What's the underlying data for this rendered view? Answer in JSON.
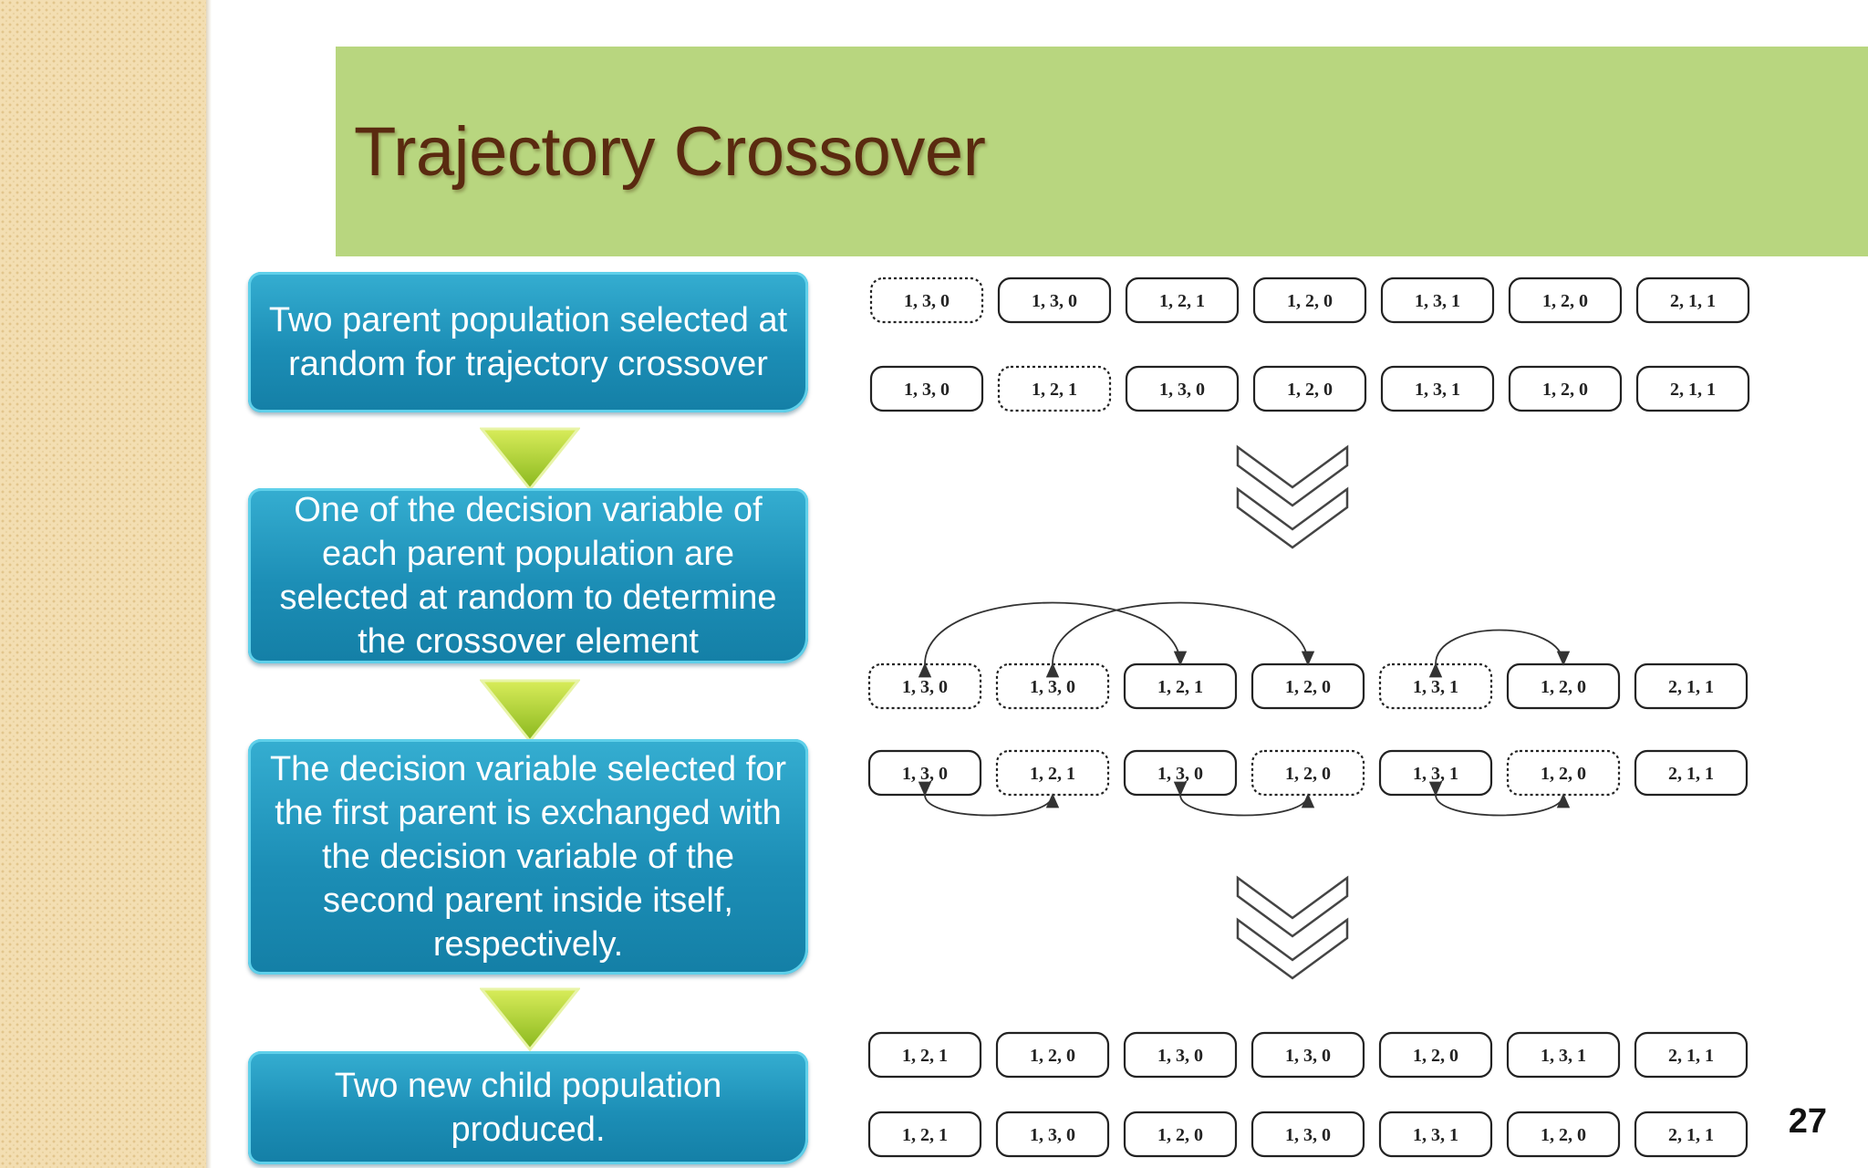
{
  "slide": {
    "title": "Trajectory Crossover",
    "page_number": "27"
  },
  "steps": [
    "Two parent population selected at random for trajectory crossover",
    "One of the decision variable of each parent population are selected at random to determine the crossover element",
    "The decision variable selected for the first parent is exchanged with the decision variable of the second parent inside itself, respectively.",
    "Two new child population produced."
  ],
  "diagram": {
    "parents": [
      {
        "cells": [
          "1, 3, 0",
          "1, 3, 0",
          "1, 2, 1",
          "1, 2, 0",
          "1, 3, 1",
          "1, 2, 0",
          "2, 1, 1"
        ],
        "selected": [
          0
        ]
      },
      {
        "cells": [
          "1, 3, 0",
          "1, 2, 1",
          "1, 3, 0",
          "1, 2, 0",
          "1, 3, 1",
          "1, 2, 0",
          "2, 1, 1"
        ],
        "selected": [
          1
        ]
      }
    ],
    "exchange": [
      {
        "cells": [
          "1, 3, 0",
          "1, 3, 0",
          "1, 2, 1",
          "1, 2, 0",
          "1, 3, 1",
          "1, 2, 0",
          "2, 1, 1"
        ],
        "selected": [
          0,
          1,
          4
        ]
      },
      {
        "cells": [
          "1, 3, 0",
          "1, 2, 1",
          "1, 3, 0",
          "1, 2, 0",
          "1, 3, 1",
          "1, 2, 0",
          "2, 1, 1"
        ],
        "selected": [
          1,
          3,
          5
        ]
      }
    ],
    "children": [
      {
        "cells": [
          "1, 2, 1",
          "1, 2, 0",
          "1, 3, 0",
          "1, 3, 0",
          "1, 2, 0",
          "1, 3, 1",
          "2, 1, 1"
        ],
        "selected": []
      },
      {
        "cells": [
          "1, 2, 1",
          "1, 3, 0",
          "1, 2, 0",
          "1, 3, 0",
          "1, 3, 1",
          "1, 2, 0",
          "2, 1, 1"
        ],
        "selected": []
      }
    ]
  }
}
